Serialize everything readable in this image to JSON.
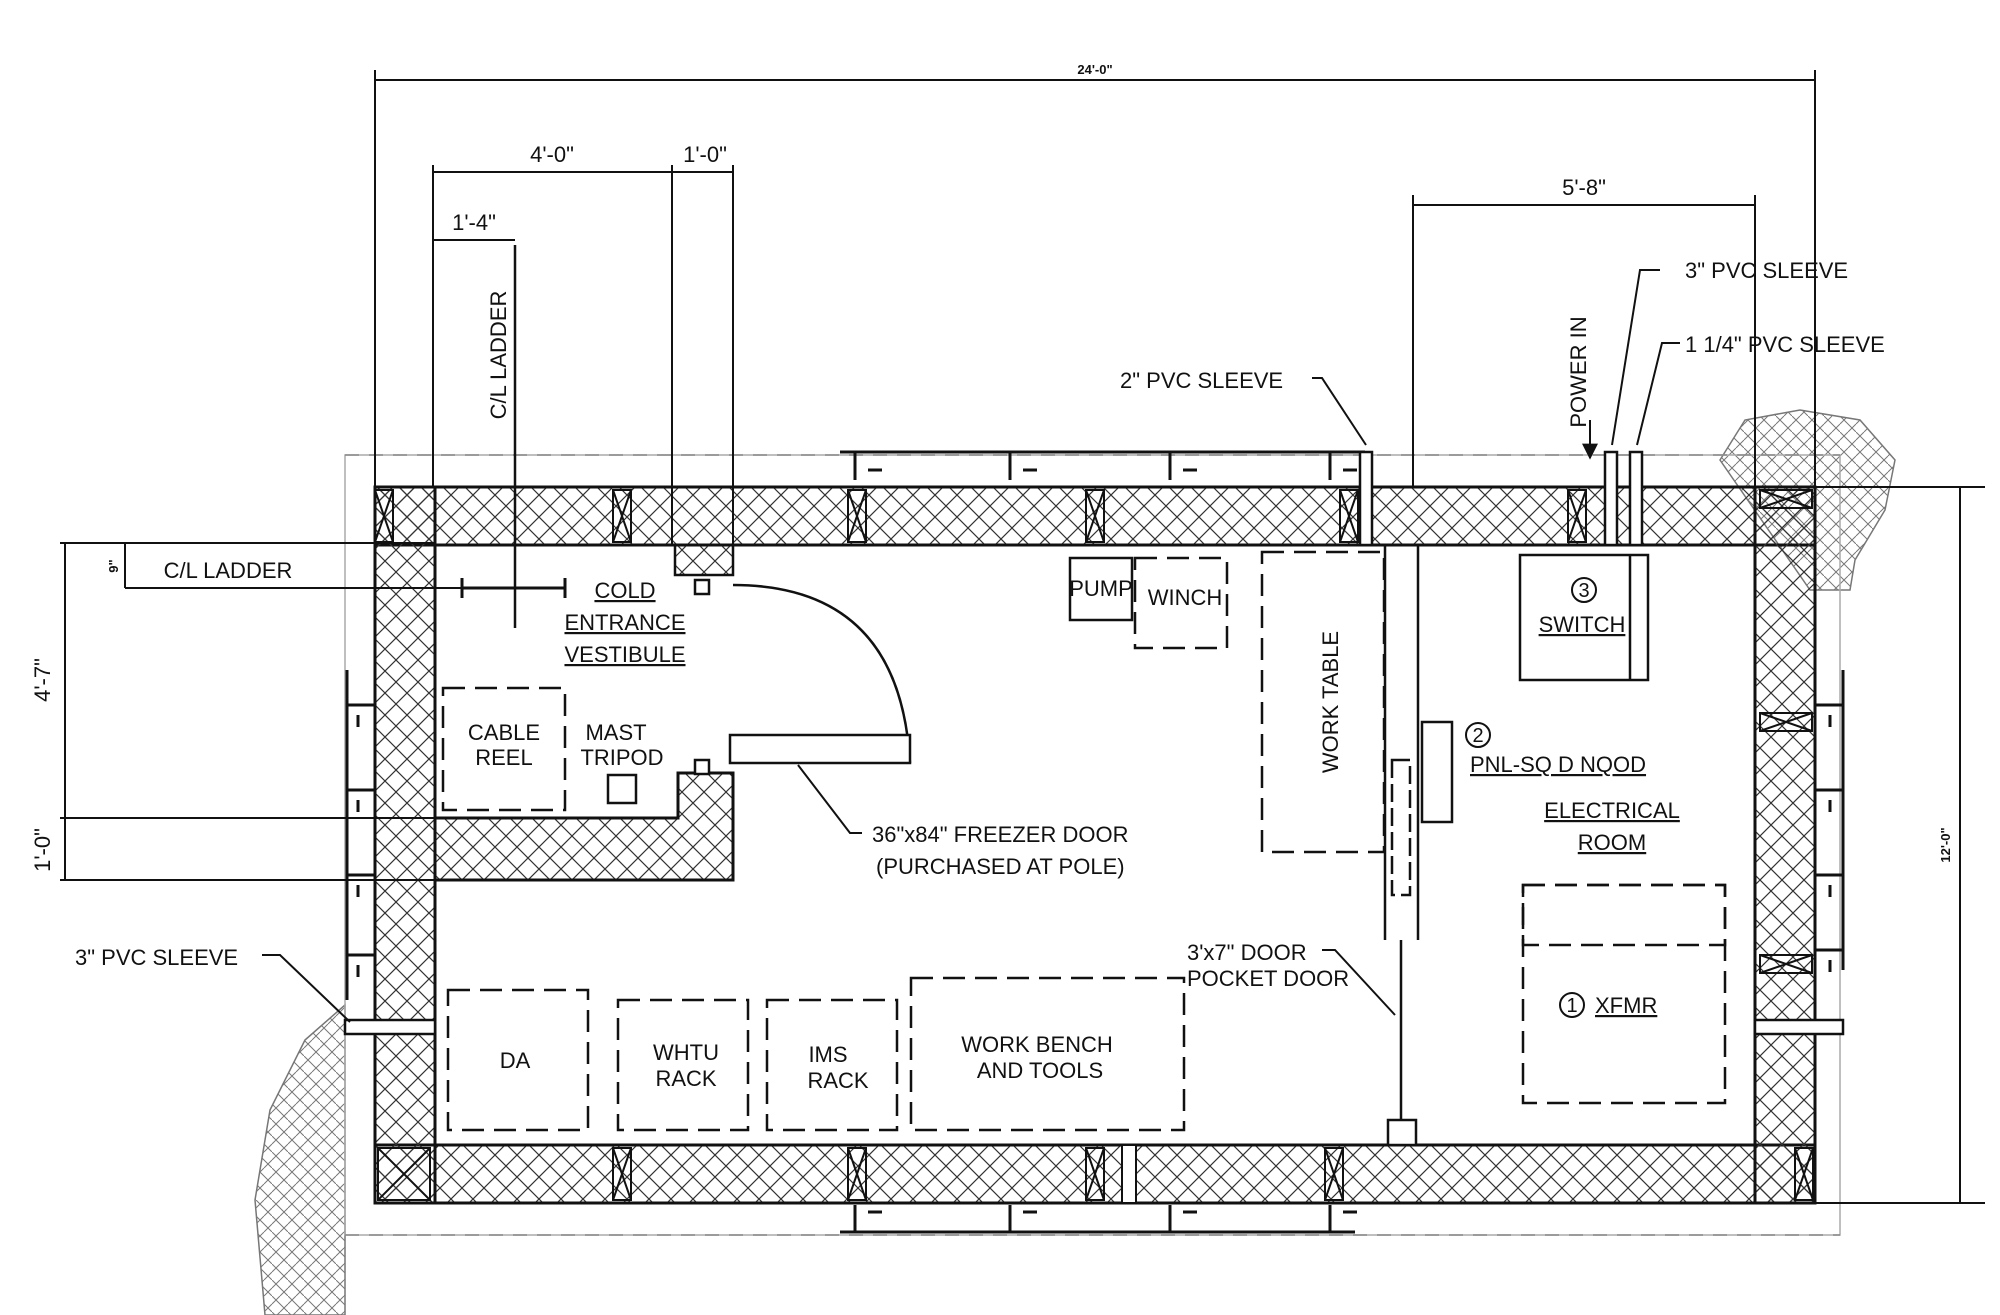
{
  "dimensions": {
    "overall_width": "24'-0\"",
    "d_4ft": "4'-0\"",
    "d_1ft_top": "1'-0\"",
    "d_1ft4": "1'-4\"",
    "d_5ft8": "5'-8\"",
    "d_9in": "9\"",
    "d_4ft7": "4'-7\"",
    "d_1ft_left": "1'-0\"",
    "overall_depth": "12'-0\""
  },
  "labels": {
    "cl_ladder_vertical": "C/L LADDER",
    "cl_ladder_horizontal": "C/L LADDER",
    "cold_entrance_vestibule": [
      "COLD",
      "ENTRANCE",
      "VESTIBULE"
    ],
    "cable_reel": [
      "CABLE",
      "REEL"
    ],
    "mast_tripod": [
      "MAST",
      "TRIPOD"
    ],
    "pump": "PUMP",
    "winch": "WINCH",
    "work_table": "WORK TABLE",
    "switch_num": "3",
    "switch": "SWITCH",
    "panel_num": "2",
    "panel": "PNL-SQ D NQOD",
    "electrical_room": [
      "ELECTRICAL",
      "ROOM"
    ],
    "xfmr_num": "1",
    "xfmr": "XFMR",
    "freezer_door": [
      "36\"x84\" FREEZER DOOR",
      "(PURCHASED AT POLE)"
    ],
    "pocket_door": [
      "3'x7\" DOOR",
      "POCKET DOOR"
    ],
    "da": "DA",
    "whtu_rack": [
      "WHTU",
      "RACK"
    ],
    "ims_rack": [
      "IMS",
      "RACK"
    ],
    "work_bench": [
      "WORK BENCH",
      "AND TOOLS"
    ],
    "sleeve_2in": "2\" PVC SLEEVE",
    "sleeve_3in_top": "3\" PVC SLEEVE",
    "sleeve_114": "1 1/4\" PVC SLEEVE",
    "sleeve_3in_left": "3\" PVC SLEEVE",
    "power_in": "POWER IN"
  }
}
